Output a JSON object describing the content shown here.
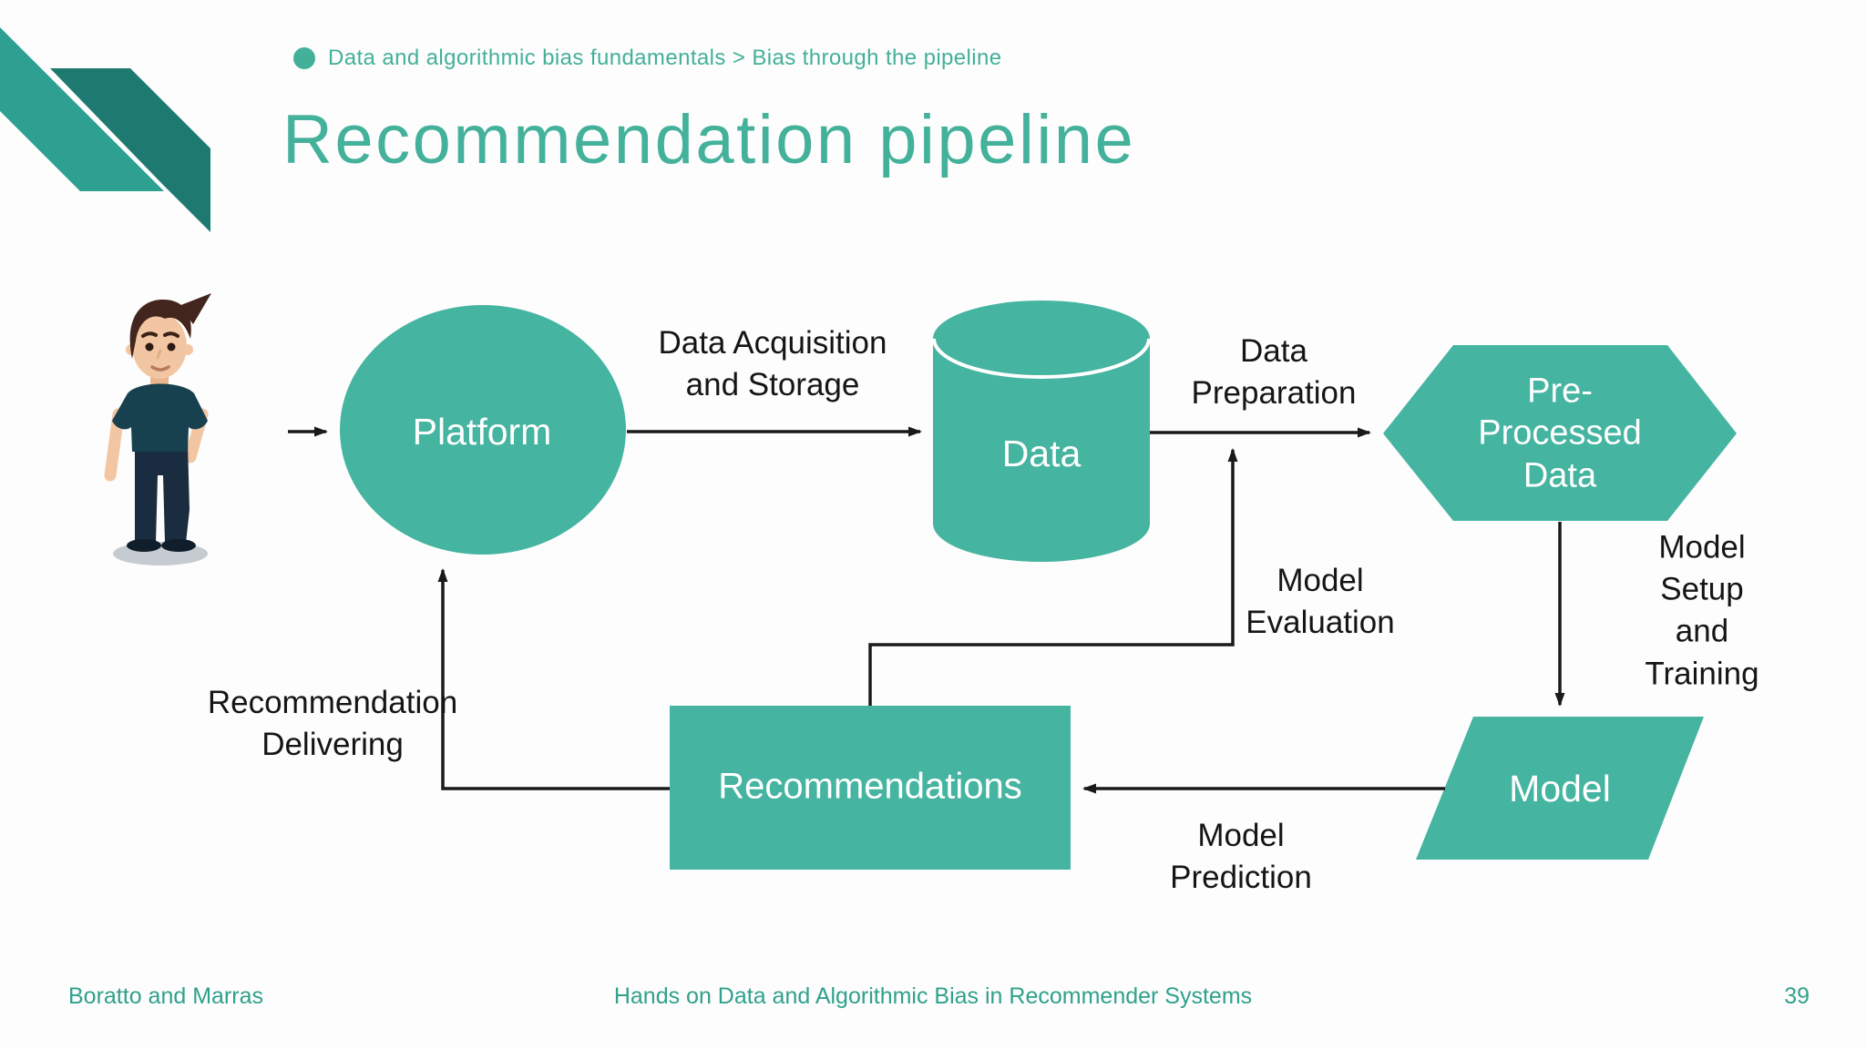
{
  "slide": {
    "breadcrumb": {
      "bullet_icon": "circle-bullet-icon",
      "text": "Data and algorithmic bias fundamentals > Bias through the pipeline"
    },
    "title": "Recommendation pipeline",
    "footer": {
      "authors": "Boratto and Marras",
      "deck_title": "Hands on Data and Algorithmic Bias in Recommender Systems",
      "page_number": "39"
    }
  },
  "diagram": {
    "person_icon": "standing-man-illustration",
    "nodes": {
      "platform": {
        "label": "Platform",
        "shape": "ellipse"
      },
      "data": {
        "label": "Data",
        "shape": "cylinder"
      },
      "preprocessed": {
        "label": "Pre-\nProcessed\nData",
        "shape": "hexagon"
      },
      "model": {
        "label": "Model",
        "shape": "parallelogram"
      },
      "recommendations": {
        "label": "Recommendations",
        "shape": "rectangle"
      }
    },
    "edges": {
      "user_to_platform": {
        "label": ""
      },
      "acquisition": {
        "label": "Data Acquisition\nand Storage",
        "from": "Platform",
        "to": "Data"
      },
      "preparation": {
        "label": "Data\nPreparation",
        "from": "Data",
        "to": "Pre-Processed Data"
      },
      "setup": {
        "label": "Model Setup\nand Training",
        "from": "Pre-Processed Data",
        "to": "Model"
      },
      "prediction": {
        "label": "Model\nPrediction",
        "from": "Model",
        "to": "Recommendations"
      },
      "evaluation": {
        "label": "Model\nEvaluation",
        "from": "Recommendations",
        "to": "Data"
      },
      "delivering": {
        "label": "Recommendation\nDelivering",
        "from": "Recommendations",
        "to": "Platform"
      }
    }
  },
  "colors": {
    "node_fill": "#45b4a0",
    "accent_text": "#43b09a",
    "footer_text": "#2fa18c",
    "ribbon_light": "#2ea091",
    "ribbon_dark": "#1e7a70",
    "connector": "#1a1a1a",
    "node_label_text": "#ffffff",
    "edge_label_text": "#151515"
  }
}
